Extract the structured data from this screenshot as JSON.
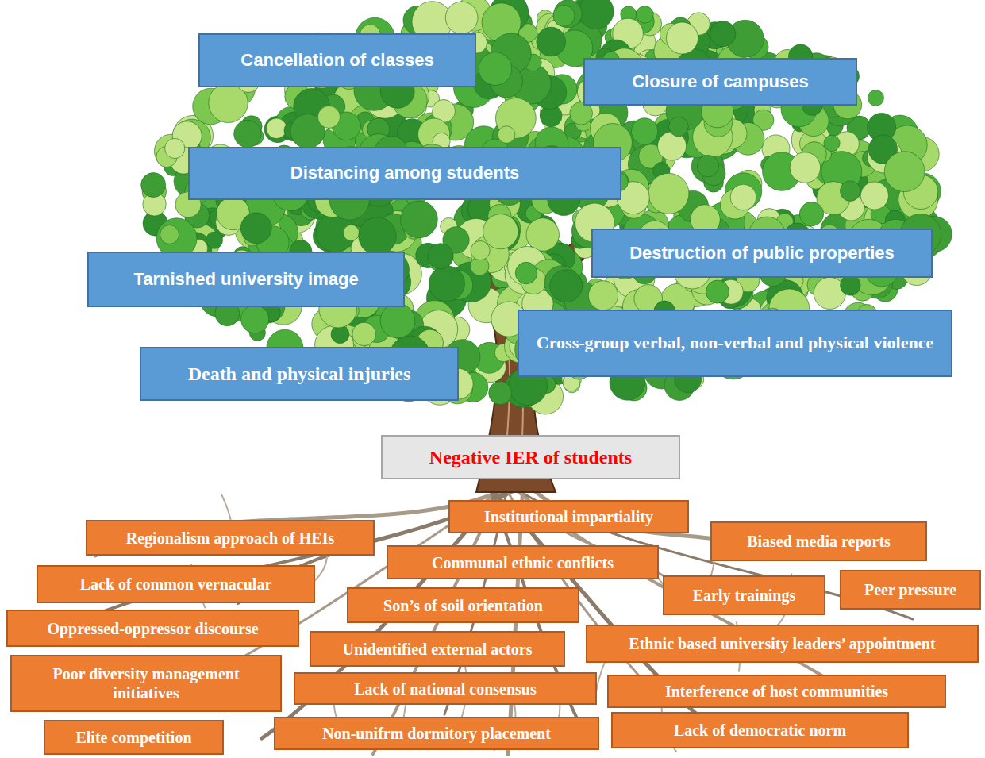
{
  "diagram": {
    "nodes": [
      {
        "text": [
          "Cancellation of classes"
        ]
      },
      {
        "text": [
          "Closure of campuses"
        ]
      },
      {
        "text": [
          "Distancing among students"
        ]
      },
      {
        "text": [
          "Destruction of public properties"
        ]
      },
      {
        "text": [
          "Tarnished university image"
        ]
      },
      {
        "text": [
          "Cross-group verbal, non-verbal and physical violence"
        ]
      },
      {
        "text": [
          "Death and physical injuries"
        ]
      },
      {
        "text": [
          "Negative IER of students"
        ]
      },
      {
        "text": [
          "Institutional impartiality"
        ]
      },
      {
        "text": [
          "Regionalism approach of HEIs"
        ]
      },
      {
        "text": [
          "Biased media reports"
        ]
      },
      {
        "text": [
          "Communal ethnic conflicts"
        ]
      },
      {
        "text": [
          "Lack of common vernacular"
        ]
      },
      {
        "text": [
          "Peer pressure"
        ]
      },
      {
        "text": [
          "Early trainings"
        ]
      },
      {
        "text": [
          "Son’s of soil orientation"
        ]
      },
      {
        "text": [
          "Oppressed-oppressor discourse"
        ]
      },
      {
        "text": [
          "Ethnic based university leaders’ appointment"
        ]
      },
      {
        "text": [
          "Unidentified external actors"
        ]
      },
      {
        "text": [
          "Poor diversity management initiatives"
        ]
      },
      {
        "text": [
          "Lack of national consensus"
        ]
      },
      {
        "text": [
          "Interference of host communities"
        ]
      },
      {
        "text": [
          "Elite competition"
        ]
      },
      {
        "text": [
          "Non-unifrm dormitory placement"
        ]
      },
      {
        "text": [
          "Lack of democratic norm"
        ]
      }
    ]
  }
}
